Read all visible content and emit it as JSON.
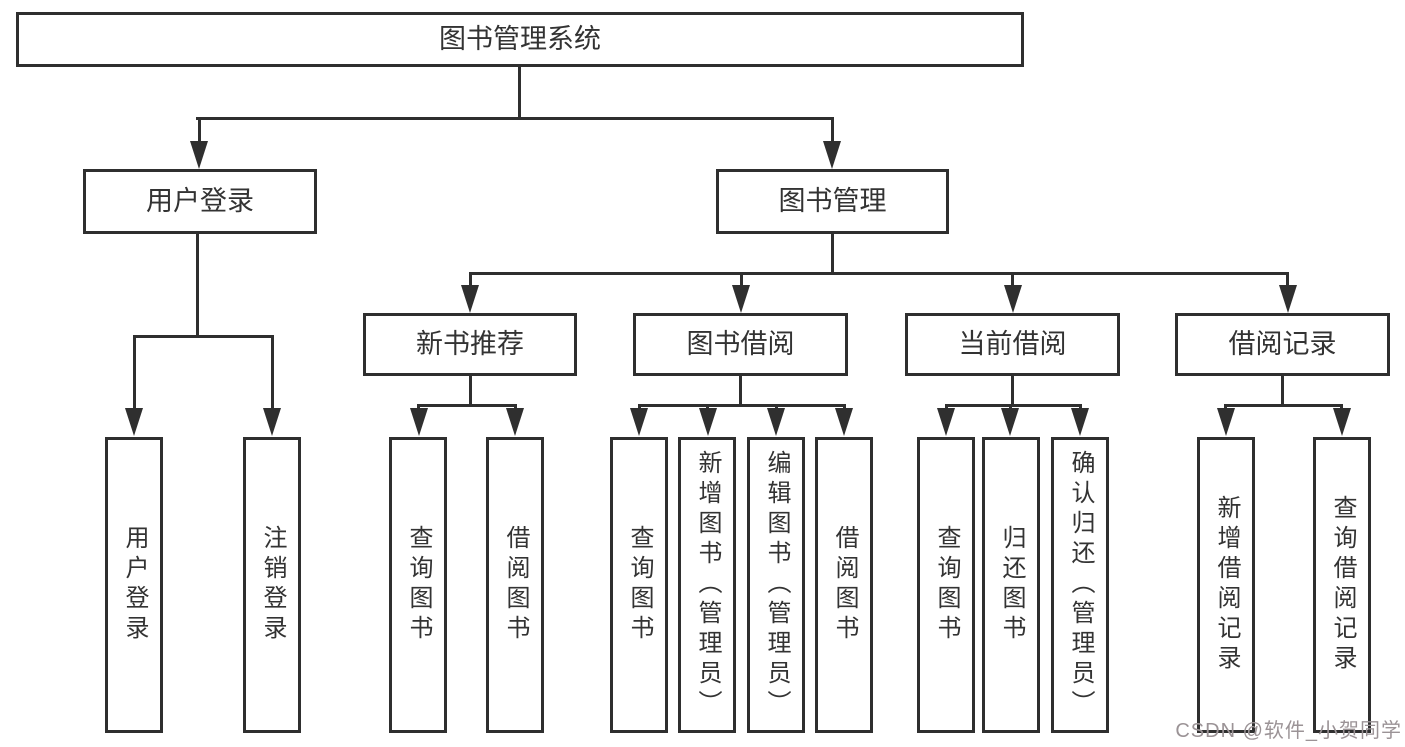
{
  "title_box": "图书管理系统",
  "level2": {
    "user_login": "用户登录",
    "book_mgmt": "图书管理"
  },
  "level3": {
    "new_books": "新书推荐",
    "book_borrow": "图书借阅",
    "current_borrow": "当前借阅",
    "borrow_records": "借阅记录"
  },
  "leaves": {
    "user_login": [
      "用户登录",
      "注销登录"
    ],
    "new_books": [
      "查询图书",
      "借阅图书"
    ],
    "book_borrow": [
      "查询图书",
      "新增图书（管理员）",
      "编辑图书（管理员）",
      "借阅图书"
    ],
    "current_borrow": [
      "查询图书",
      "归还图书",
      "确认归还（管理员）"
    ],
    "borrow_records": [
      "新增借阅记录",
      "查询借阅记录"
    ]
  },
  "watermark": "CSDN @软件_小贺同学",
  "colors": {
    "line": "#2f2f2f",
    "text": "#333333",
    "watermark": "#9b9396",
    "background": "#ffffff"
  }
}
